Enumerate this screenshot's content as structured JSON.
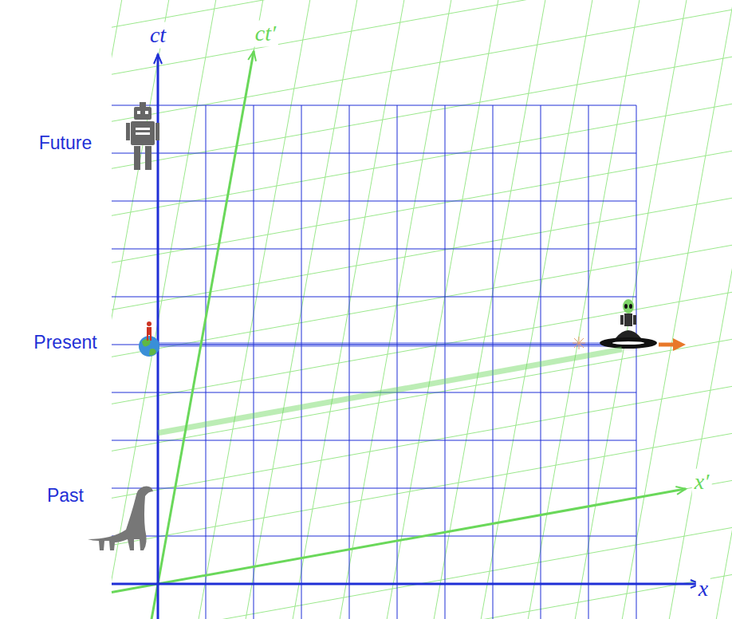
{
  "diagram": {
    "labels": [
      "ct",
      "ct′",
      "Future",
      "Present",
      "Past",
      "x′",
      "x"
    ]
  }
}
